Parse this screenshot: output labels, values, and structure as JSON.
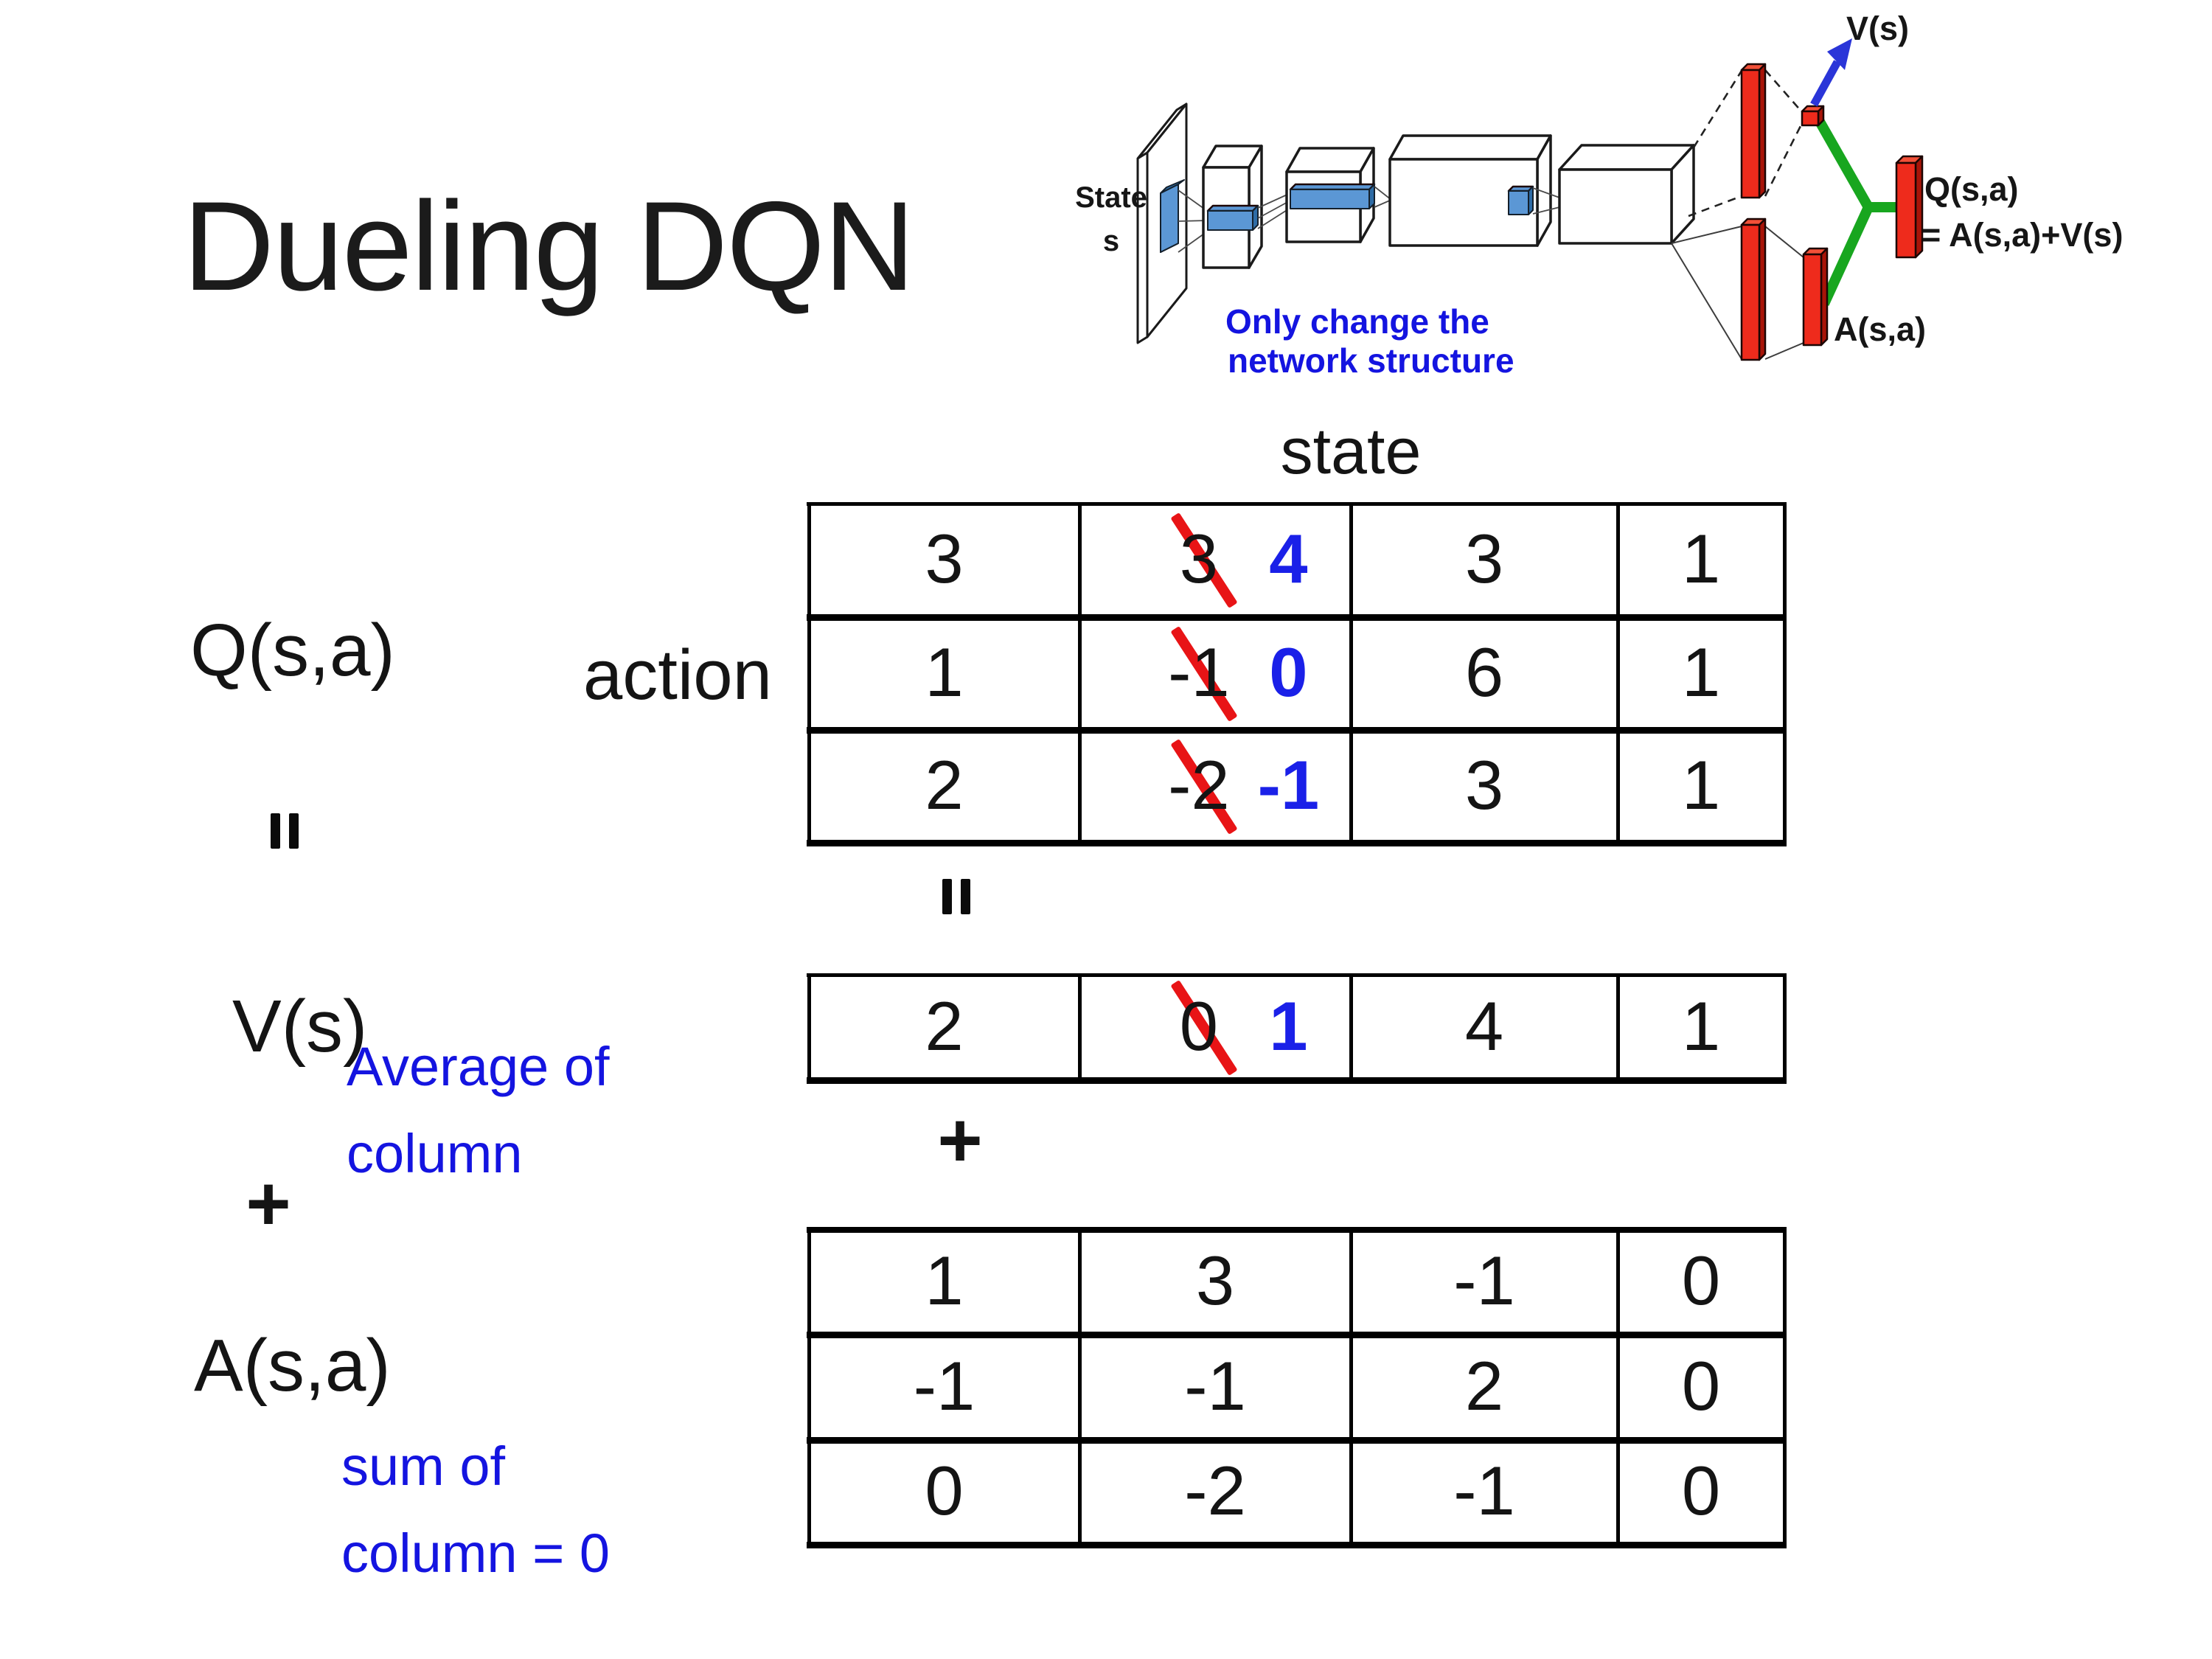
{
  "title": "Dueling DQN",
  "colors": {
    "blue_text": "#1414e0",
    "blue_number": "#1a20e8",
    "red_strike": "#e81416",
    "red_bar": "#ee2b1c",
    "red_bar_side": "#a81408",
    "red_bar_top": "#f25038",
    "green": "#18a61f",
    "arrow_blue": "#2a35d8",
    "conv_blue": "#5b97d5",
    "conv_blue_side": "#2e6ca6"
  },
  "diagram": {
    "state_line1": "State",
    "state_line2": "s",
    "note_line1": "Only change the",
    "note_line2": "network structure",
    "v_out_label": "V(s)",
    "q_out_line1": "Q(s,a)",
    "q_out_line2": "= A(s,a)+V(s)",
    "a_out_label": "A(s,a)"
  },
  "equation": {
    "q_label": "Q(s,a)",
    "state_header": "state",
    "action_label": "action",
    "v_label": "V(s)",
    "a_label": "A(s,a)",
    "plus_left": "+",
    "plus_center": "+",
    "avg_line1": "Average of",
    "avg_line2": "column",
    "sum_line1": "sum of",
    "sum_line2": "column = 0"
  },
  "tables": {
    "q": [
      [
        "3",
        {
          "old": "3",
          "new": "4"
        },
        "3",
        "1"
      ],
      [
        "1",
        {
          "old": "-1",
          "new": "0"
        },
        "6",
        "1"
      ],
      [
        "2",
        {
          "old": "-2",
          "new": "-1"
        },
        "3",
        "1"
      ]
    ],
    "v": [
      [
        "2",
        {
          "old": "0",
          "new": "1"
        },
        "4",
        "1"
      ]
    ],
    "a": [
      [
        "1",
        "3",
        "-1",
        "0"
      ],
      [
        "-1",
        "-1",
        "2",
        "0"
      ],
      [
        "0",
        "-2",
        "-1",
        "0"
      ]
    ]
  }
}
